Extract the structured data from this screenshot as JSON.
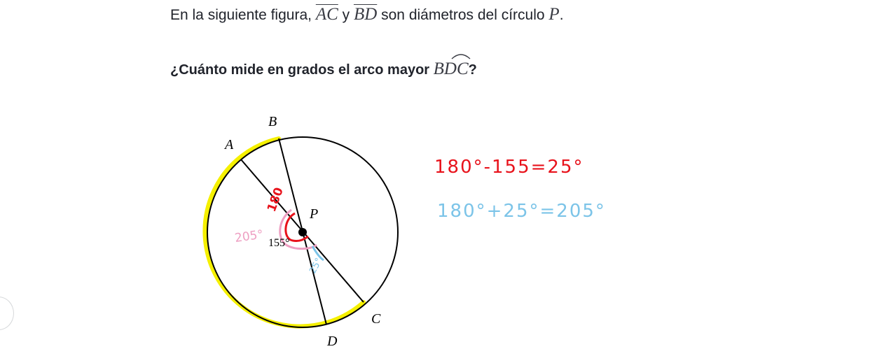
{
  "question": {
    "intro_text": "En la siguiente figura,",
    "seg1": "AC",
    "conj": "y",
    "seg2": "BD",
    "mid_text": "son diámetros del círculo",
    "circle_name": "P",
    "end_punct": ".",
    "ask_text": "¿Cuánto mide en grados el arco mayor",
    "arc_name": "BDC",
    "ask_end": "?"
  },
  "figure": {
    "labels": {
      "A": "A",
      "B": "B",
      "C": "C",
      "D": "D",
      "P": "P"
    },
    "angle_label": "155°"
  },
  "annotations": {
    "red_equation": "180°-155=25°",
    "blue_equation": "180°+25°=205°",
    "pink_label": "205°",
    "red_label": "180",
    "blue_label": "25°"
  },
  "colors": {
    "highlight": "#f5f000",
    "red": "#e8121b",
    "blue": "#7cc4e8",
    "pink": "#ee9fc2",
    "text": "#21242c"
  }
}
